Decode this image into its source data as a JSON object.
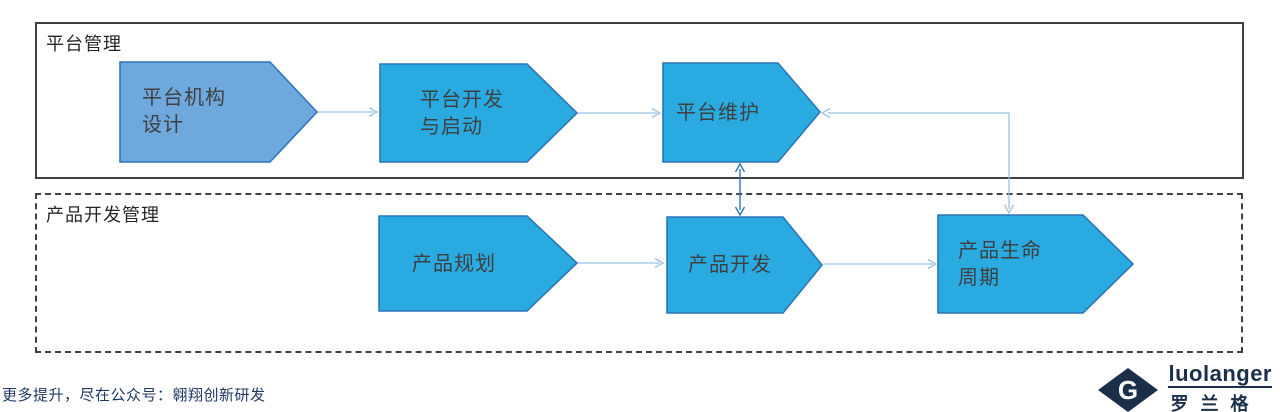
{
  "groups": {
    "platform": {
      "title": "平台管理"
    },
    "product": {
      "title": "产品开发管理"
    }
  },
  "shapes": {
    "platform_structure_design": "平台机构\n设计",
    "platform_dev_launch": "平台开发\n与启动",
    "platform_maintenance": "平台维护",
    "product_planning": "产品规划",
    "product_development": "产品开发",
    "product_lifecycle": "产品生命\n周期"
  },
  "footer": {
    "promo": "更多提升，尽在公众号：翱翔创新研发"
  },
  "logo": {
    "latin": "luolanger",
    "chinese": "罗兰格",
    "monogram": "G"
  },
  "colors": {
    "process_fill": "#29ABE2",
    "start_fill": "#6FA8DC",
    "shape_border": "#2E75B6",
    "connector_light": "#9DC3E6",
    "connector_dark": "#2E75B6",
    "box_border": "#404040",
    "label_text": "#3F3F3F",
    "footer_text": "#203864",
    "logo_navy": "#1B2F4B"
  }
}
